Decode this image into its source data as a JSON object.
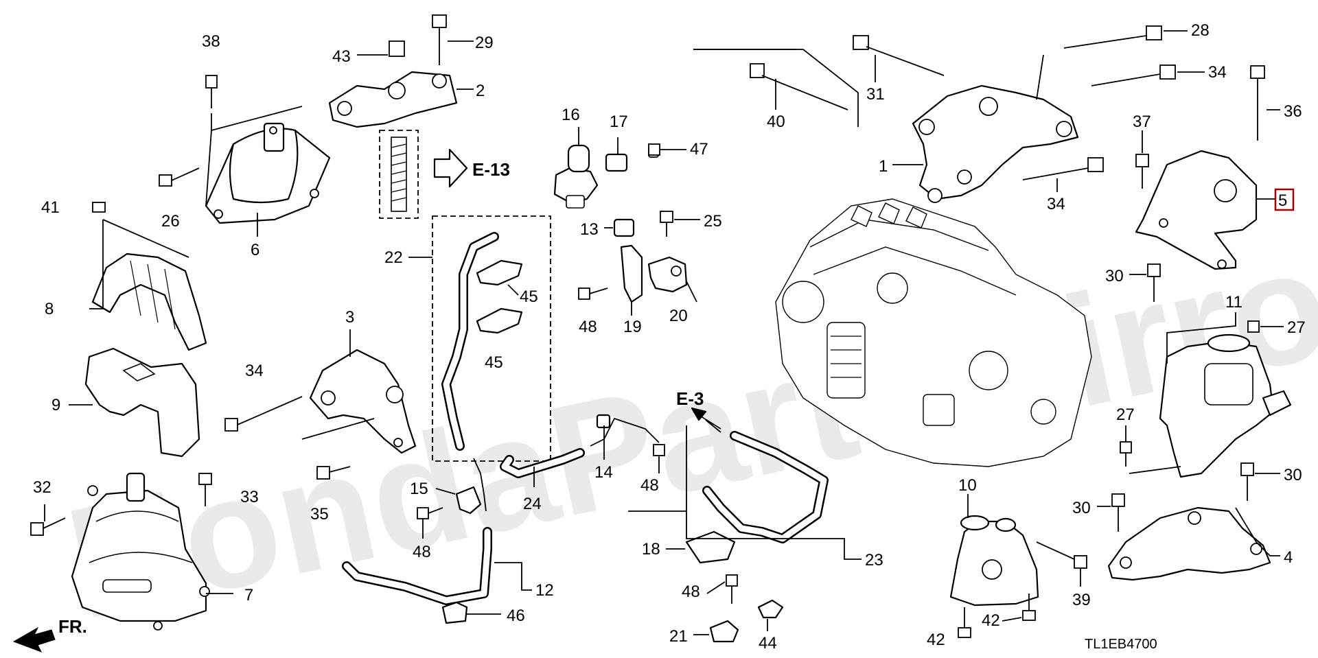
{
  "diagram": {
    "code": "TL1EB4700",
    "watermark": "HondaPartsMirror.ru",
    "direction_label": "FR.",
    "references": [
      "E-13",
      "E-3"
    ],
    "highlighted_part": "5",
    "callouts": {
      "c1": "1",
      "c2": "2",
      "c3": "3",
      "c4": "4",
      "c5": "5",
      "c6": "6",
      "c7": "7",
      "c8": "8",
      "c9": "9",
      "c10": "10",
      "c11": "11",
      "c12": "12",
      "c13": "13",
      "c14": "14",
      "c15": "15",
      "c16": "16",
      "c17": "17",
      "c18": "18",
      "c19": "19",
      "c20": "20",
      "c21": "21",
      "c22": "22",
      "c23": "23",
      "c24": "24",
      "c25": "25",
      "c26": "26",
      "c27a": "27",
      "c27b": "27",
      "c28": "28",
      "c29": "29",
      "c30a": "30",
      "c30b": "30",
      "c30c": "30",
      "c31": "31",
      "c32": "32",
      "c33": "33",
      "c34a": "34",
      "c34b": "34",
      "c34c": "34",
      "c35": "35",
      "c36": "36",
      "c37": "37",
      "c38": "38",
      "c39": "39",
      "c40": "40",
      "c41": "41",
      "c42a": "42",
      "c42b": "42",
      "c43": "43",
      "c44": "44",
      "c45a": "45",
      "c45b": "45",
      "c46": "46",
      "c47": "47",
      "c48a": "48",
      "c48b": "48",
      "c48c": "48",
      "c48d": "48"
    }
  }
}
